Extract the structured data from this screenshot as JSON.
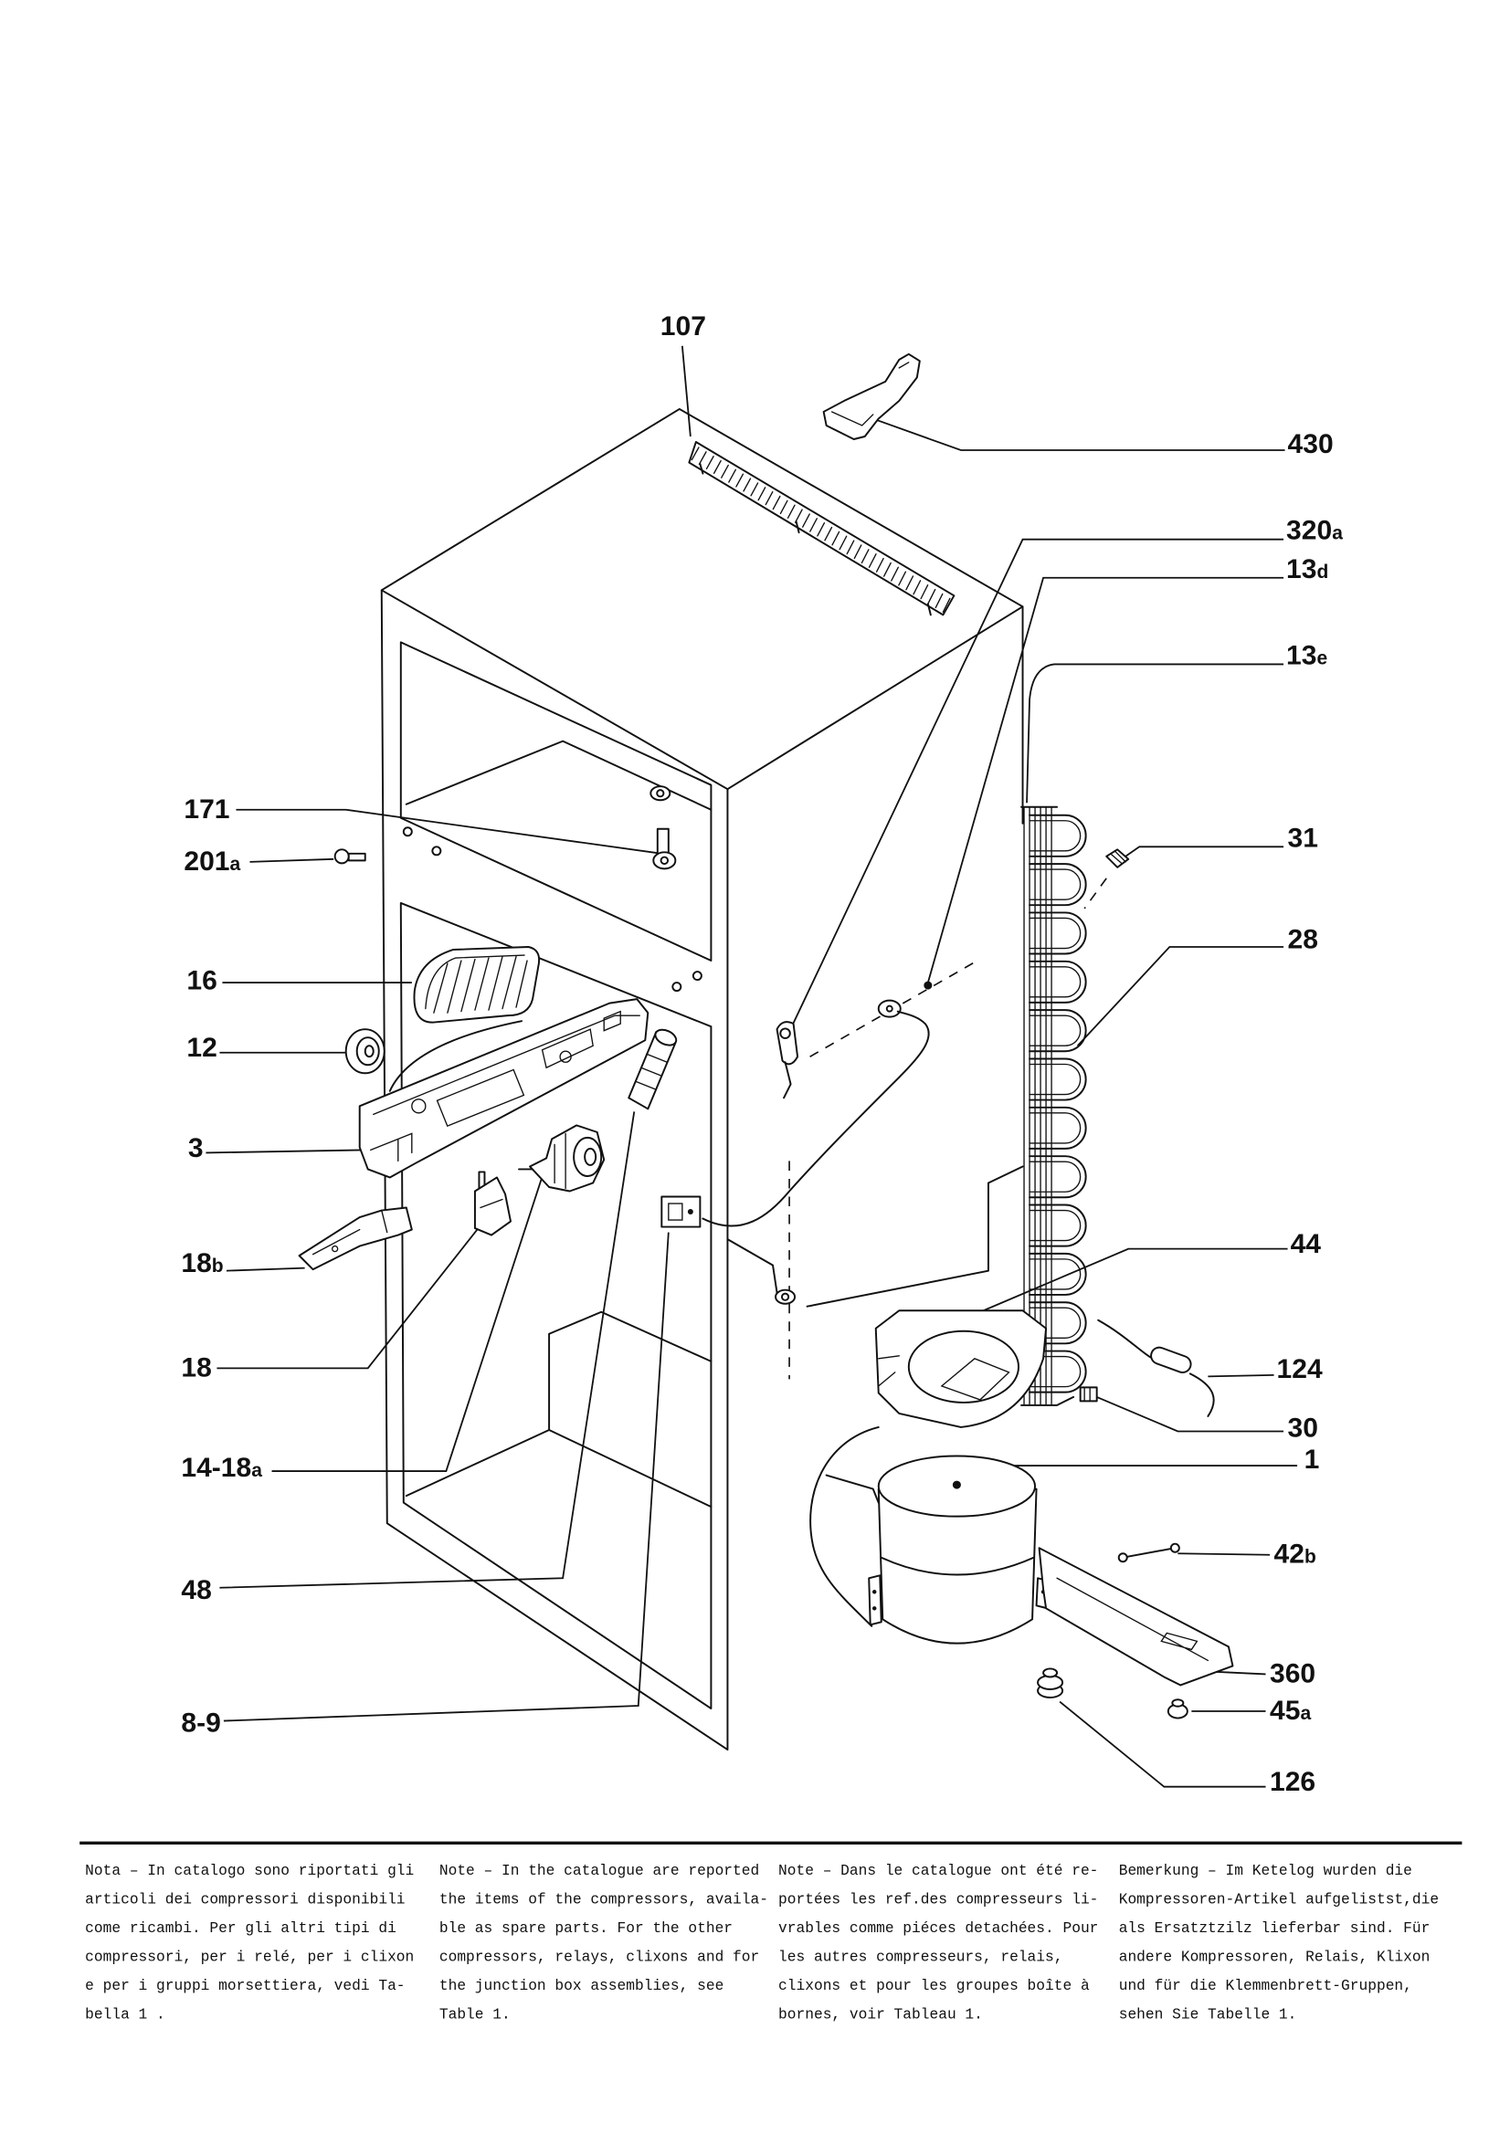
{
  "callouts": {
    "p107": "107",
    "p430": "430",
    "p320a": "320a",
    "p13d": "13d",
    "p13e": "13e",
    "p31": "31",
    "p28": "28",
    "p171": "171",
    "p201a": "201a",
    "p16": "16",
    "p12": "12",
    "p3": "3",
    "p18b": "18b",
    "p18": "18",
    "p14_18a": "14-18a",
    "p48": "48",
    "p8_9": "8-9",
    "p44": "44",
    "p124": "124",
    "p30": "30",
    "p1": "1",
    "p42b": "42b",
    "p360": "360",
    "p45a": "45a",
    "p126": "126"
  },
  "notes": {
    "it": [
      "Nota – In catalogo sono riportati gli",
      "articoli dei compressori disponibili",
      "come ricambi. Per gli altri tipi di",
      "compressori, per i relé, per i clixon",
      "e per i gruppi morsettiera, vedi Ta-",
      "bella 1 ."
    ],
    "en": [
      "Note – In the catalogue are reported",
      "the items of the compressors, availa-",
      "ble as spare parts. For the other",
      "compressors, relays, clixons and for",
      "the junction box assemblies, see",
      "Table 1."
    ],
    "fr": [
      "Note – Dans le catalogue ont été re-",
      "portées les ref.des compresseurs li-",
      "vrables comme piéces detachées. Pour",
      "les autres compresseurs, relais,",
      "clixons et pour les groupes boîte à",
      "bornes, voir Tableau 1."
    ],
    "de": [
      "Bemerkung – Im Ketelog wurden die",
      "Kompressoren-Artikel aufgelistst,die",
      "als Ersatztzilz lieferbar sind. Für",
      "andere Kompressoren, Relais, Klixon",
      "und für die Klemmenbrett-Gruppen,",
      "sehen Sie Tabelle 1."
    ]
  }
}
